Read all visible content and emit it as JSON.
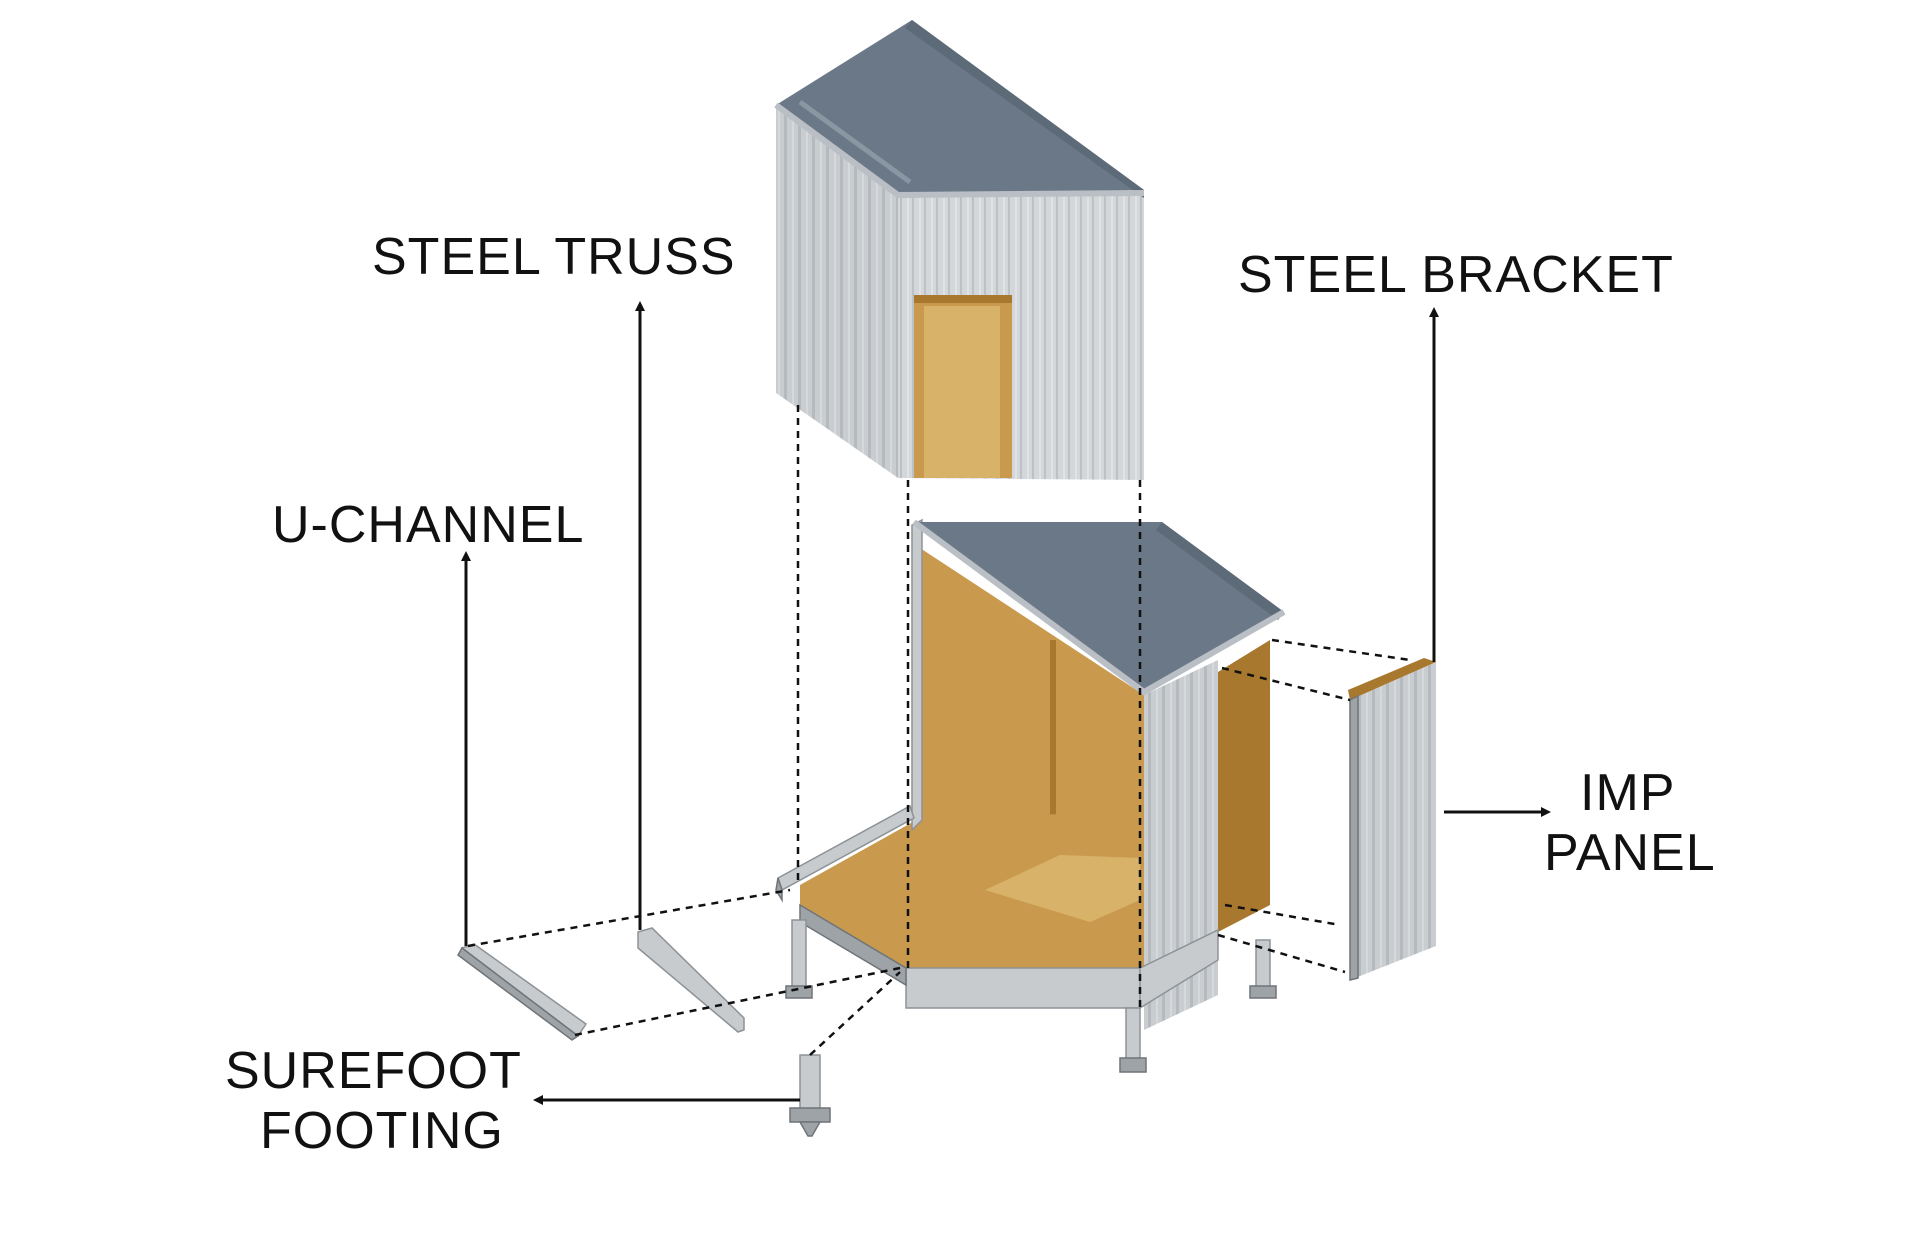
{
  "labels": {
    "steel_truss": "STEEL TRUSS",
    "steel_bracket": "STEEL BRACKET",
    "u_channel": "U-CHANNEL",
    "imp_panel_line1": "IMP",
    "imp_panel_line2": "PANEL",
    "surefoot_line1": "SUREFOOT",
    "surefoot_line2": "FOOTING"
  },
  "colors": {
    "roof": "#6b7887",
    "wall": "#c7cbce",
    "wood": "#c99a4e",
    "line": "#111111"
  }
}
